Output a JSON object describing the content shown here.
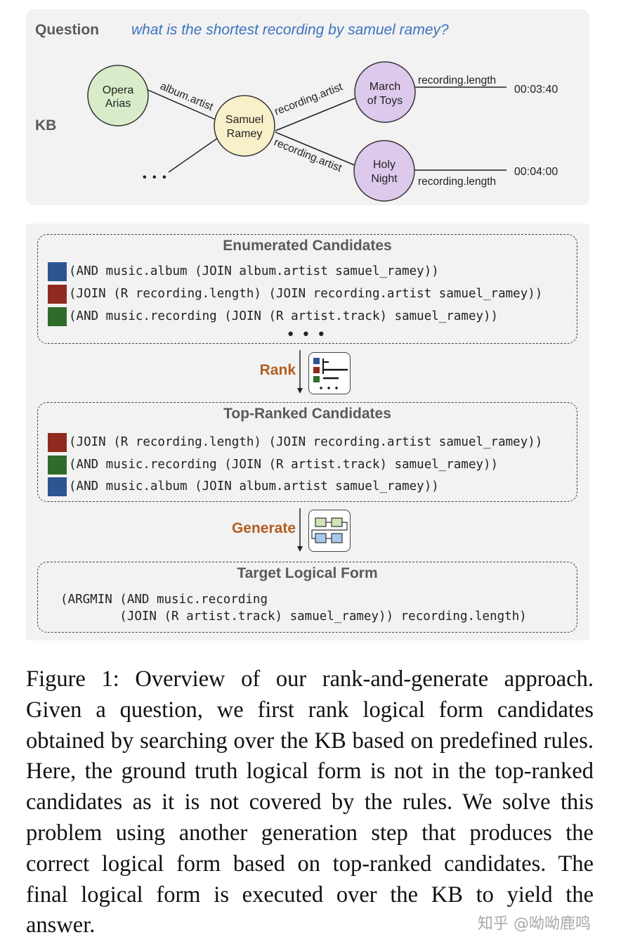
{
  "kb": {
    "question_label": "Question",
    "question_text": "what is the shortest recording by samuel ramey?",
    "kb_label": "KB",
    "nodes": {
      "opera_arias": [
        "Opera",
        "Arias"
      ],
      "samuel_ramey": [
        "Samuel",
        "Ramey"
      ],
      "march_of_toys": [
        "March",
        "of Toys"
      ],
      "holy_night": [
        "Holy",
        "Night"
      ]
    },
    "edges": {
      "album_artist": "album.artist",
      "recording_artist_top": "recording.artist",
      "recording_artist_bottom": "recording.artist",
      "recording_length_top": "recording.length",
      "recording_length_bottom": "recording.length"
    },
    "values": {
      "march_length": "00:03:40",
      "holy_length": "00:04:00"
    },
    "ellipsis": "• • •",
    "colors": {
      "green_node": "#d9ecc9",
      "cream_node": "#f8f0c8",
      "purple_node": "#ddc9ec"
    }
  },
  "enumerated": {
    "title": "Enumerated Candidates",
    "candidates": [
      {
        "color": "#2d5592",
        "text": "(AND music.album (JOIN album.artist samuel_ramey))"
      },
      {
        "color": "#8f2a1e",
        "text": "(JOIN (R recording.length) (JOIN recording.artist samuel_ramey))"
      },
      {
        "color": "#2f6b2b",
        "text": "(AND music.recording (JOIN (R artist.track) samuel_ramey))"
      }
    ],
    "ellipsis": "• • •"
  },
  "rank_label": "Rank",
  "generate_label": "Generate",
  "top_ranked": {
    "title": "Top-Ranked Candidates",
    "candidates": [
      {
        "color": "#8f2a1e",
        "text": "(JOIN (R recording.length) (JOIN recording.artist samuel_ramey))"
      },
      {
        "color": "#2f6b2b",
        "text": "(AND music.recording (JOIN (R artist.track) samuel_ramey))"
      },
      {
        "color": "#2d5592",
        "text": "(AND music.album (JOIN album.artist samuel_ramey))"
      }
    ]
  },
  "target": {
    "title": "Target Logical Form",
    "line1": "(ARGMIN (AND music.recording",
    "line2": "        (JOIN (R artist.track) samuel_ramey)) recording.length)"
  },
  "caption": "Figure 1: Overview of our rank-and-generate approach. Given a question, we first rank logical form candidates obtained by searching over the KB based on predefined rules. Here, the ground truth logical form is not in the top-ranked candidates as it is not covered by the rules. We solve this problem using another generation step that produces the correct logical form based on top-ranked candidates. The final logical form is executed over the KB to yield the answer.",
  "watermark": "知乎 @呦呦鹿鸣"
}
